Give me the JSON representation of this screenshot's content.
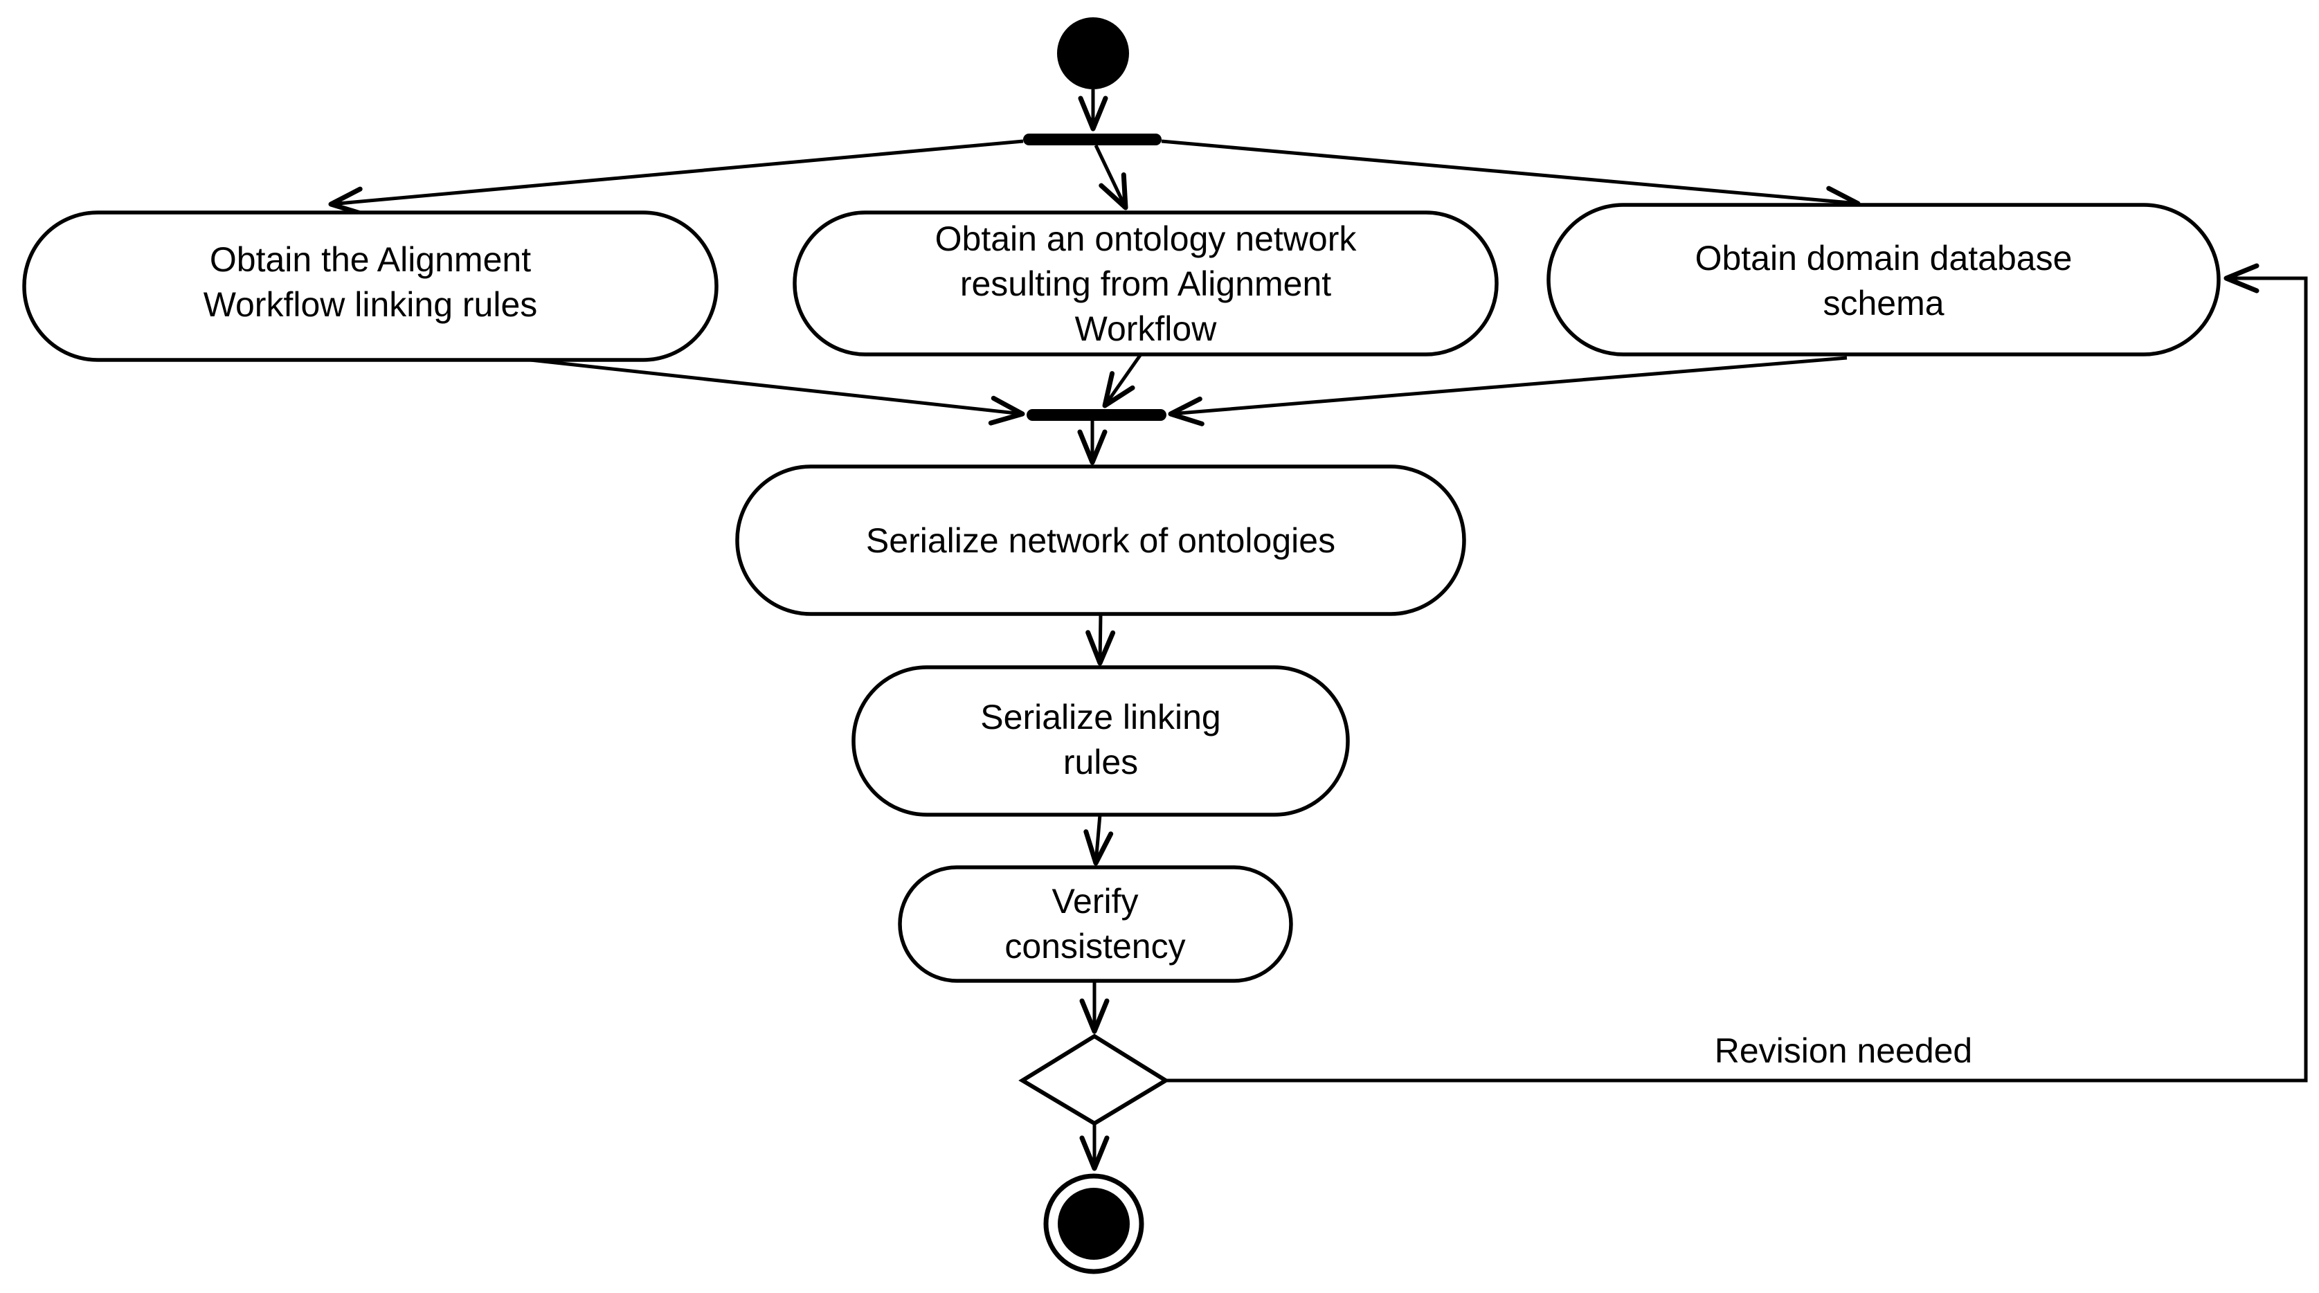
{
  "diagram": {
    "kind": "uml-activity-diagram",
    "colors": {
      "background": "#ffffff",
      "line": "#000000",
      "text": "#000000"
    },
    "nodes": {
      "start": {
        "type": "initial-node"
      },
      "fork": {
        "type": "fork-bar"
      },
      "obtain_rules": {
        "lines": [
          "Obtain the Alignment",
          "Workflow linking rules"
        ]
      },
      "obtain_network": {
        "lines": [
          "Obtain an ontology network",
          "resulting from Alignment",
          "Workflow"
        ]
      },
      "obtain_schema": {
        "lines": [
          "Obtain domain database",
          "schema"
        ]
      },
      "join": {
        "type": "join-bar"
      },
      "serialize_network": {
        "lines": [
          "Serialize network of ontologies"
        ]
      },
      "serialize_rules": {
        "lines": [
          "Serialize linking",
          "rules"
        ]
      },
      "verify": {
        "lines": [
          "Verify",
          "consistency"
        ]
      },
      "decision": {
        "type": "decision-diamond"
      },
      "end": {
        "type": "activity-final-node"
      }
    },
    "edge_labels": {
      "revision": "Revision needed"
    }
  }
}
